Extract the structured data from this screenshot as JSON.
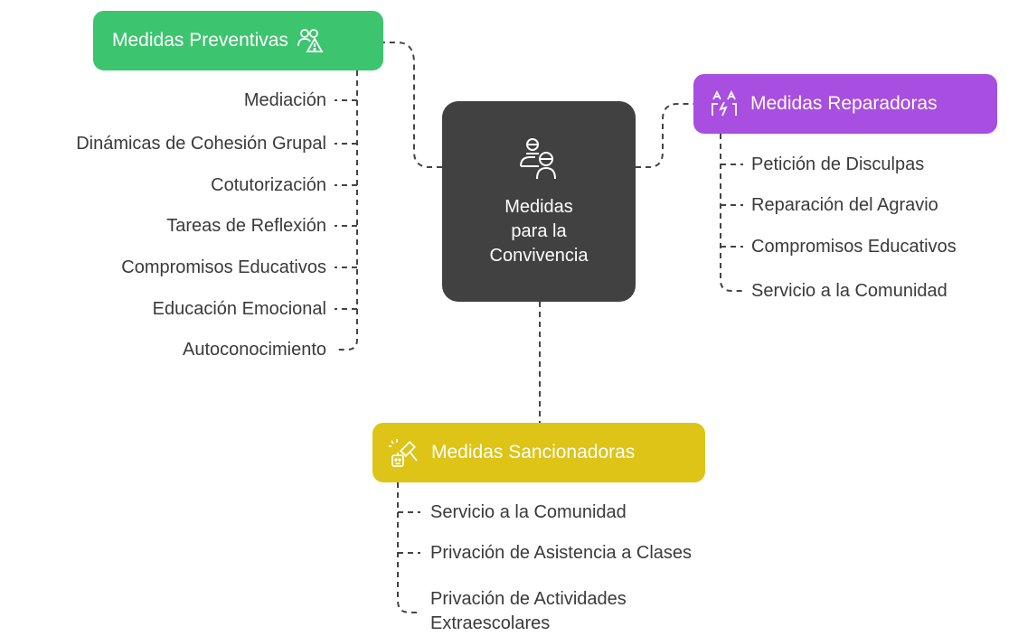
{
  "center": {
    "lines": [
      "Medidas",
      "para la",
      "Convivencia"
    ],
    "color": "#414141"
  },
  "preventivas": {
    "title": "Medidas Preventivas",
    "color": "#3dc46f",
    "icon": "people-warning-icon",
    "items": [
      "Mediación",
      "Dinámicas de Cohesión Grupal",
      "Cotutorización",
      "Tareas de Reflexión",
      "Compromisos Educativos",
      "Educación Emocional",
      "Autoconocimiento"
    ]
  },
  "reparadoras": {
    "title": "Medidas Reparadoras",
    "color": "#a84ee0",
    "icon": "people-repair-icon",
    "items": [
      "Petición de Disculpas",
      "Reparación del Agravio",
      "Compromisos Educativos",
      "Servicio a la Comunidad"
    ]
  },
  "sancionadoras": {
    "title": "Medidas Sancionadoras",
    "color": "#ddc416",
    "icon": "gavel-sanction-icon",
    "items": [
      "Servicio a la Comunidad",
      "Privación de Asistencia a Clases",
      "Privación de Actividades Extraescolares"
    ]
  }
}
